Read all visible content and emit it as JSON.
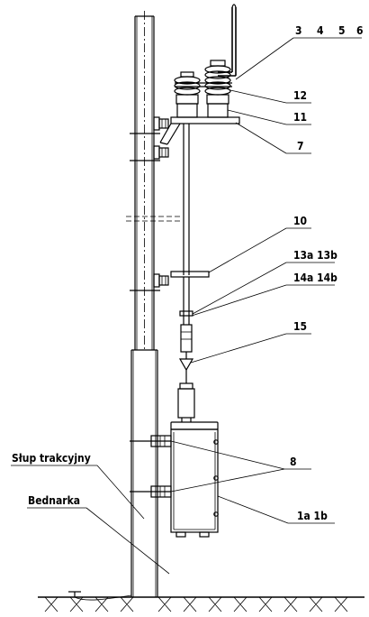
{
  "labels": {
    "l3": "3",
    "l4": "4",
    "l5": "5",
    "l6": "6",
    "l12": "12",
    "l11": "11",
    "l7": "7",
    "l10": "10",
    "l13": "13a 13b",
    "l14": "14a 14b",
    "l15": "15",
    "l8": "8",
    "l1": "1a 1b",
    "pole": "Słup trakcyjny",
    "tape": "Bednarka"
  }
}
